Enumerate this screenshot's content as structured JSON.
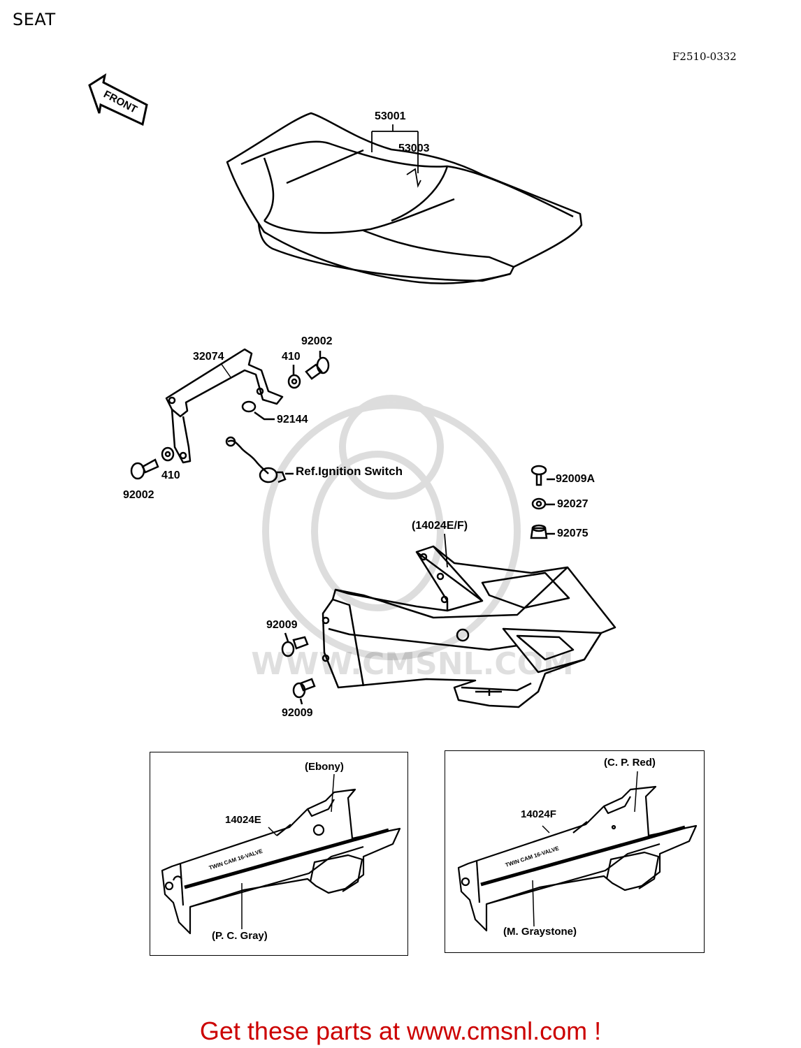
{
  "page": {
    "title": "SEAT",
    "figure_code": "F2510-0332"
  },
  "front_arrow": {
    "label": "FRONT"
  },
  "callouts": {
    "seat_assy": "53001",
    "seat_cover": "53003",
    "hinge": "32074",
    "bolt_top": "92002",
    "washer_top": "410",
    "spring": "92144",
    "washer_left": "410",
    "bolt_left": "92002",
    "ignition_ref": "Ref.Ignition Switch",
    "screw_a": "92009A",
    "collar": "92027",
    "grommet": "92075",
    "side_cover": "(14024E/F)",
    "screw_upper": "92009",
    "screw_lower": "92009"
  },
  "watermark": {
    "text": "WWW.CMSNL.COM"
  },
  "insets": [
    {
      "part": "14024E",
      "color_top": "(Ebony)",
      "color_bottom": "(P. C. Gray)",
      "stripe_text": "TWIN CAM 16-VALVE"
    },
    {
      "part": "14024F",
      "color_top": "(C. P. Red)",
      "color_bottom": "(M. Graystone)",
      "stripe_text": "TWIN CAM 16-VALVE"
    }
  ],
  "footer": {
    "text": "Get these parts at www.cmsnl.com !",
    "color": "#cc0000"
  }
}
